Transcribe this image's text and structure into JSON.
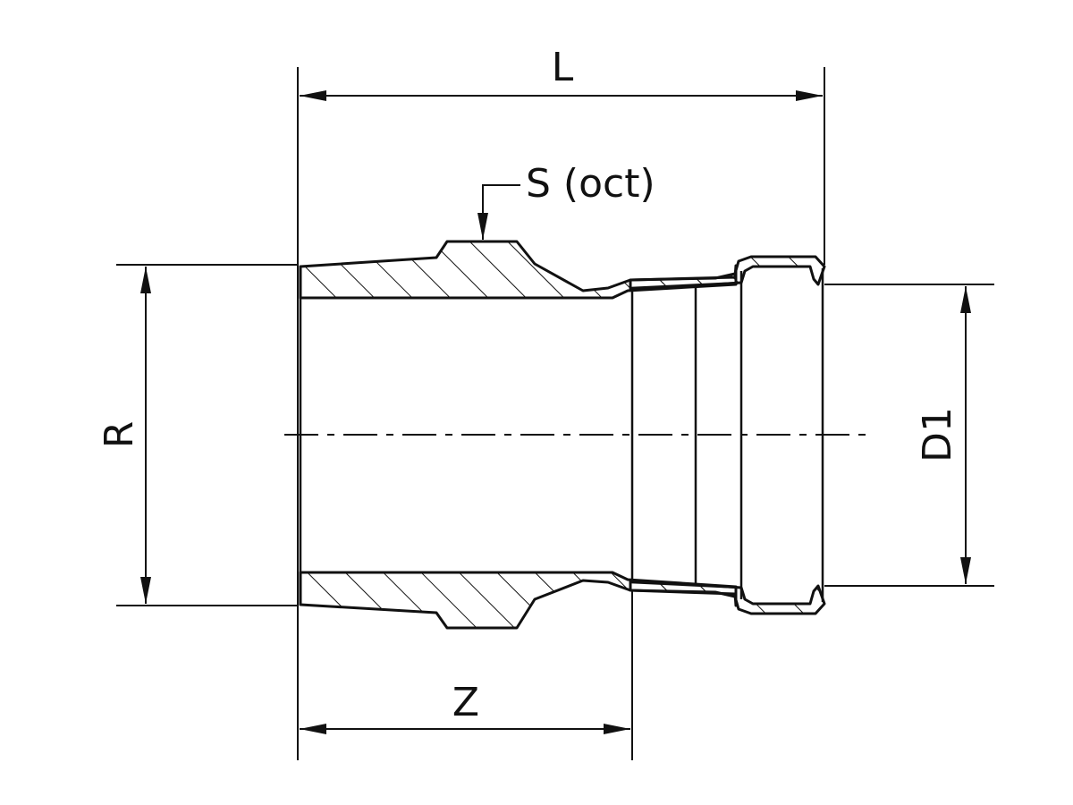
{
  "labels": {
    "length": "L",
    "spanner": "S (oct)",
    "thread": "R",
    "socket": "D1",
    "insertion": "Z"
  },
  "colors": {
    "line": "#111111",
    "background": "#ffffff"
  }
}
